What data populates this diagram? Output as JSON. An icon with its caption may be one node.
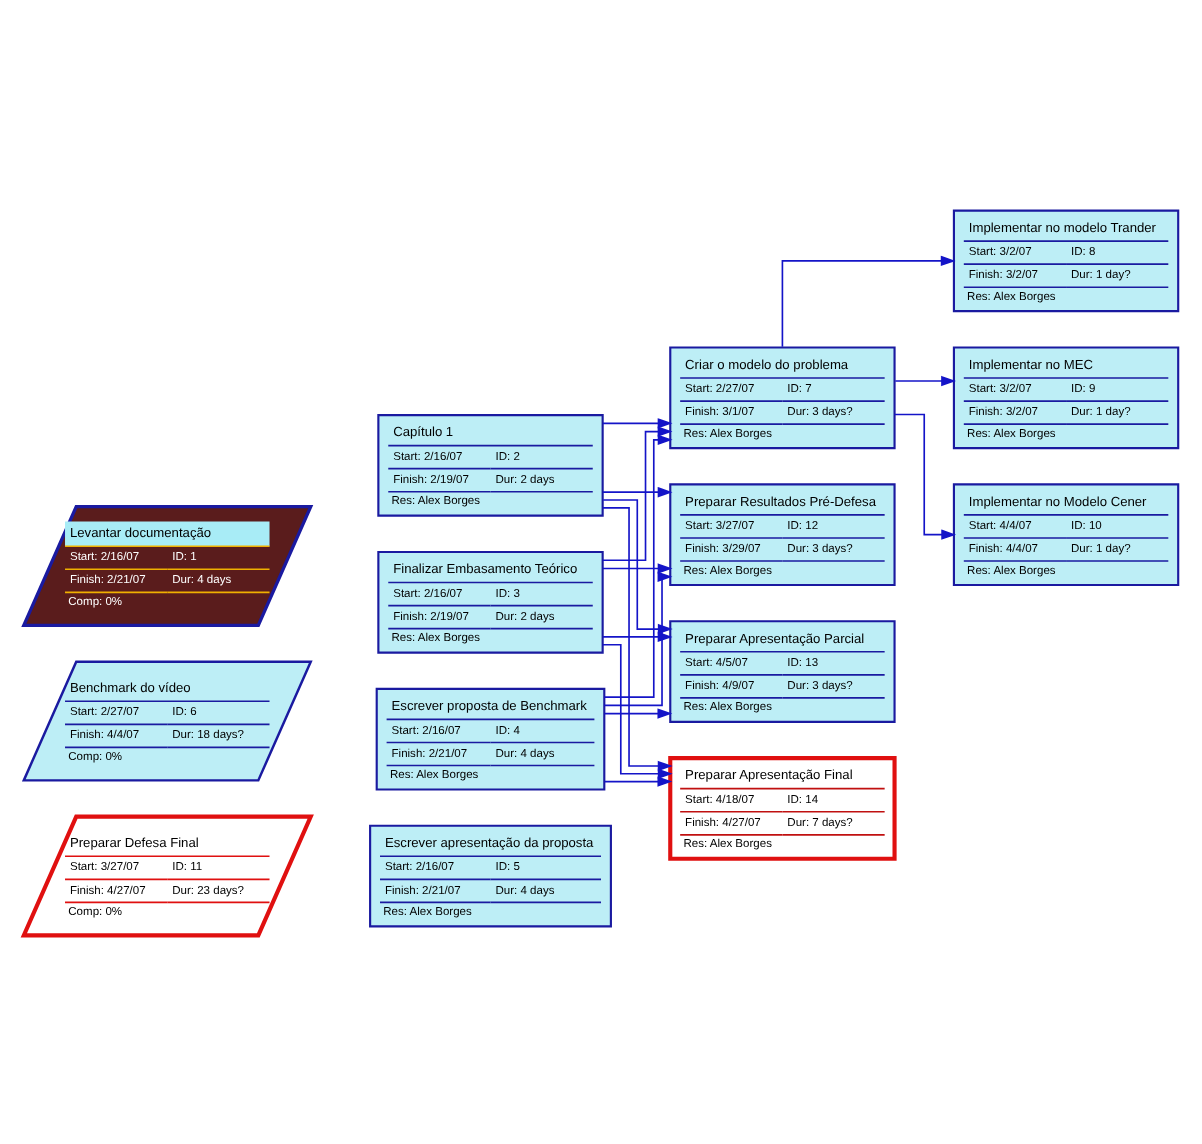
{
  "diagram": {
    "nodes": [
      {
        "text": [
          "Levantar documentação",
          "Start: 2/16/07",
          "ID: 1",
          "Finish: 2/21/07",
          "Dur: 4 days",
          "Comp: 0%"
        ]
      },
      {
        "text": [
          "Capítulo 1",
          "Start: 2/16/07",
          "ID: 2",
          "Finish: 2/19/07",
          "Dur: 2 days",
          "Res: Alex Borges"
        ]
      },
      {
        "text": [
          "Finalizar Embasamento Teórico",
          "Start: 2/16/07",
          "ID: 3",
          "Finish: 2/19/07",
          "Dur: 2 days",
          "Res: Alex Borges"
        ]
      },
      {
        "text": [
          "Escrever proposta de Benchmark",
          "Start: 2/16/07",
          "ID: 4",
          "Finish: 2/21/07",
          "Dur: 4 days",
          "Res: Alex Borges"
        ]
      },
      {
        "text": [
          "Escrever apresentação da proposta",
          "Start: 2/16/07",
          "ID: 5",
          "Finish: 2/21/07",
          "Dur: 4 days",
          "Res: Alex Borges"
        ]
      },
      {
        "text": [
          "Benchmark do vídeo",
          "Start: 2/27/07",
          "ID: 6",
          "Finish: 4/4/07",
          "Dur: 18 days?",
          "Comp: 0%"
        ]
      },
      {
        "text": [
          "Criar o modelo do problema",
          "Start: 2/27/07",
          "ID: 7",
          "Finish: 3/1/07",
          "Dur: 3 days?",
          "Res: Alex Borges"
        ]
      },
      {
        "text": [
          "Implementar no modelo Trander",
          "Start: 3/2/07",
          "ID: 8",
          "Finish: 3/2/07",
          "Dur: 1 day?",
          "Res: Alex Borges"
        ]
      },
      {
        "text": [
          "Implementar no MEC",
          "Start: 3/2/07",
          "ID: 9",
          "Finish: 3/2/07",
          "Dur: 1 day?",
          "Res: Alex Borges"
        ]
      },
      {
        "text": [
          "Implementar no Modelo Cener",
          "Start: 4/4/07",
          "ID: 10",
          "Finish: 4/4/07",
          "Dur: 1 day?",
          "Res: Alex Borges"
        ]
      },
      {
        "text": [
          "Preparar Defesa Final",
          "Start: 3/27/07",
          "ID: 11",
          "Finish: 4/27/07",
          "Dur: 23 days?",
          "Comp: 0%"
        ]
      },
      {
        "text": [
          "Preparar Resultados Pré-Defesa",
          "Start: 3/27/07",
          "ID: 12",
          "Finish: 3/29/07",
          "Dur: 3 days?",
          "Res: Alex Borges"
        ]
      },
      {
        "text": [
          "Preparar Apresentação Parcial",
          "Start: 4/5/07",
          "ID: 13",
          "Finish: 4/9/07",
          "Dur: 3 days?",
          "Res: Alex Borges"
        ]
      },
      {
        "text": [
          "Preparar Apresentação Final",
          "Start: 4/18/07",
          "ID: 14",
          "Finish: 4/27/07",
          "Dur: 7 days?",
          "Res: Alex Borges"
        ]
      }
    ],
    "edges": [
      {
        "from": 1,
        "to": 6,
        "arrow": "to"
      },
      {
        "from": 1,
        "to": 11,
        "arrow": "to"
      },
      {
        "from": 1,
        "to": 12,
        "arrow": "to"
      },
      {
        "from": 1,
        "to": 13,
        "arrow": "to"
      },
      {
        "from": 2,
        "to": 6,
        "arrow": "to"
      },
      {
        "from": 2,
        "to": 11,
        "arrow": "to"
      },
      {
        "from": 2,
        "to": 12,
        "arrow": "to"
      },
      {
        "from": 2,
        "to": 13,
        "arrow": "to"
      },
      {
        "from": 3,
        "to": 6,
        "arrow": "to"
      },
      {
        "from": 3,
        "to": 11,
        "arrow": "to"
      },
      {
        "from": 3,
        "to": 12,
        "arrow": "to"
      },
      {
        "from": 3,
        "to": 13,
        "arrow": "to"
      },
      {
        "from": 6,
        "to": 7,
        "arrow": "to"
      },
      {
        "from": 6,
        "to": 8,
        "arrow": "to"
      },
      {
        "from": 6,
        "to": 9,
        "arrow": "to"
      }
    ]
  }
}
